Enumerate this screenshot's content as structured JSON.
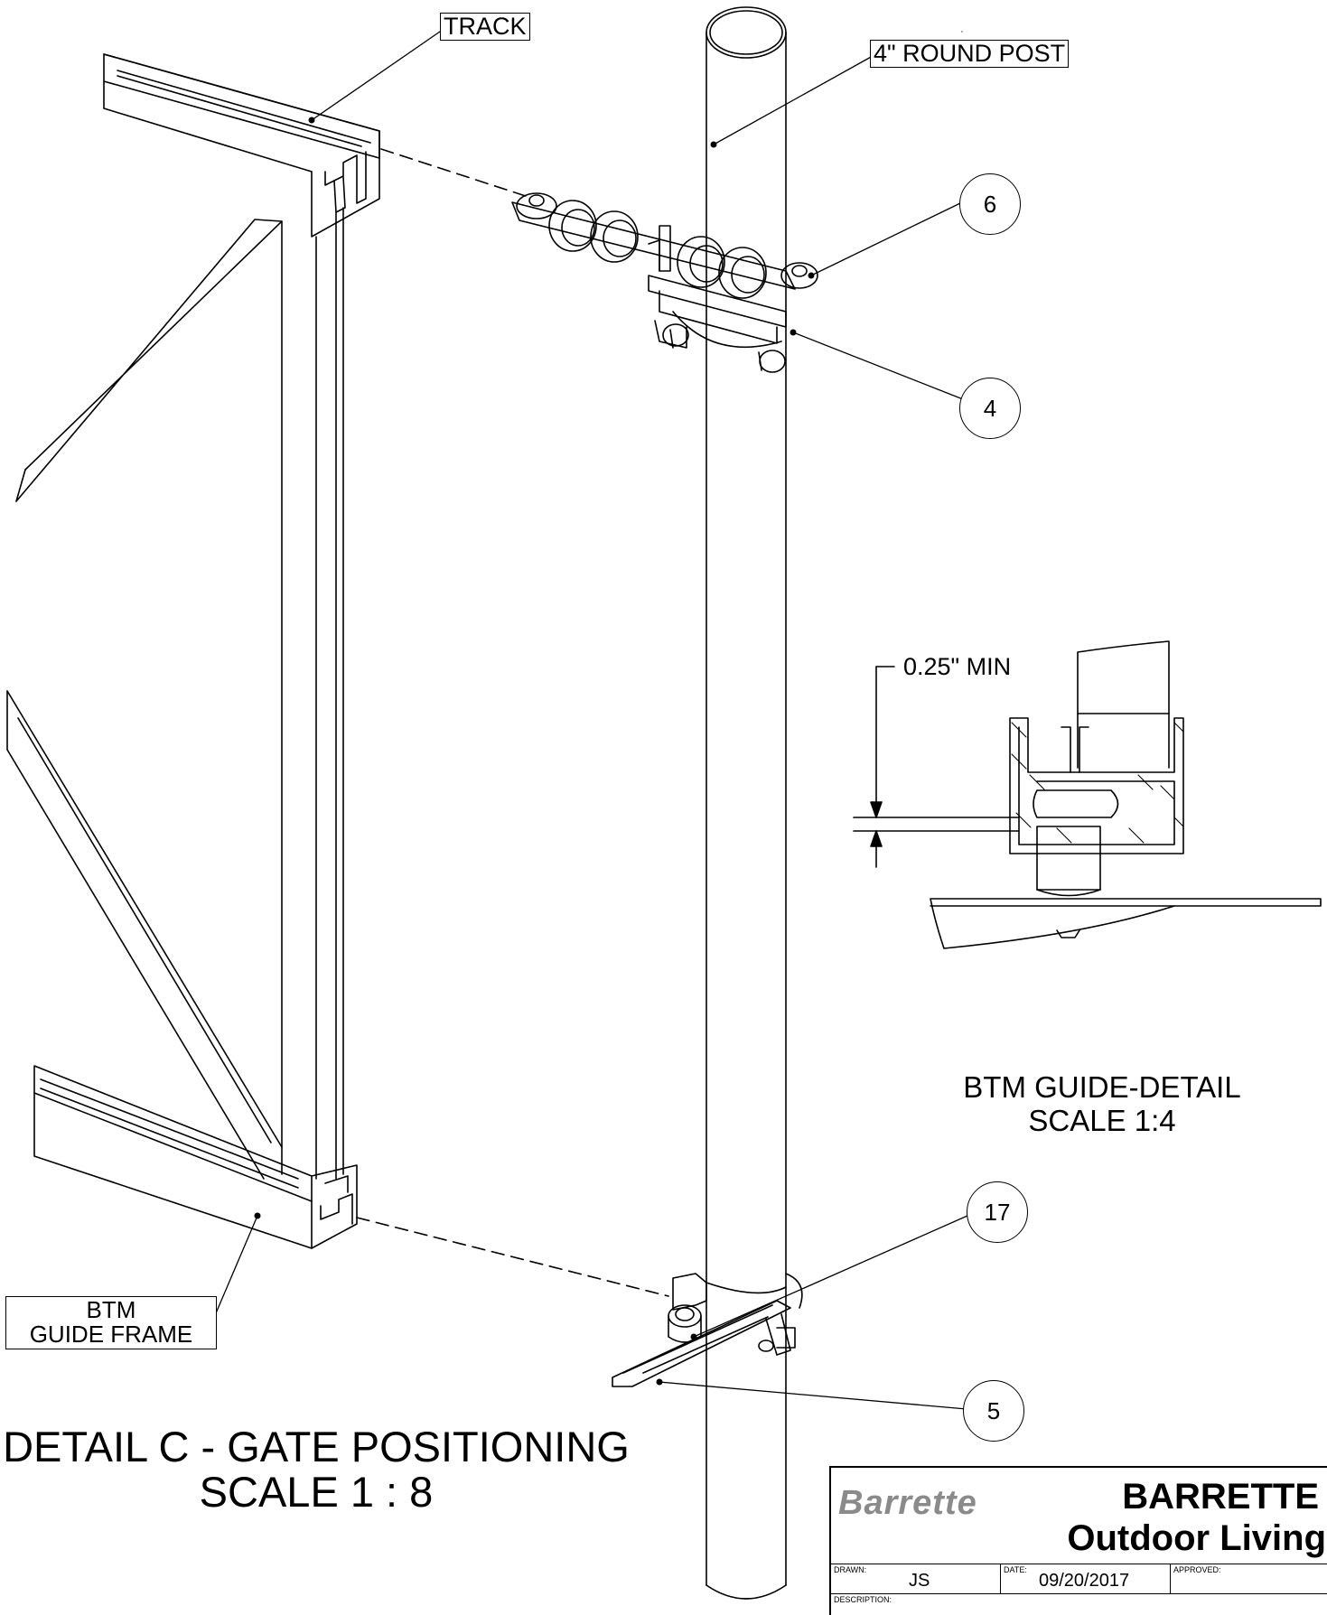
{
  "callouts": {
    "track": "TRACK",
    "post": "4\" ROUND POST",
    "guide_frame_line1": "BTM",
    "guide_frame_line2": "GUIDE FRAME",
    "min_gap": "0.25\" MIN"
  },
  "balloons": [
    "6",
    "4",
    "17",
    "5"
  ],
  "views": {
    "detail_c_title": "DETAIL C - GATE POSITIONING",
    "detail_c_scale": "SCALE 1 : 8",
    "btm_guide_title": "BTM GUIDE-DETAIL",
    "btm_guide_scale": "SCALE 1:4"
  },
  "title_block": {
    "logo_text": "Barrette",
    "company_line1": "BARRETTE",
    "company_line2": "Outdoor Living",
    "drawn_label": "DRAWN:",
    "drawn_value": "JS",
    "date_label": "DATE:",
    "date_value": "09/20/2017",
    "approved_label": "APPROVED:",
    "approved_value": "",
    "description_label": "DESCRIPTION:"
  },
  "colors": {
    "line": "#000000",
    "background": "#ffffff",
    "logo_gray": "#8a8a8a"
  }
}
